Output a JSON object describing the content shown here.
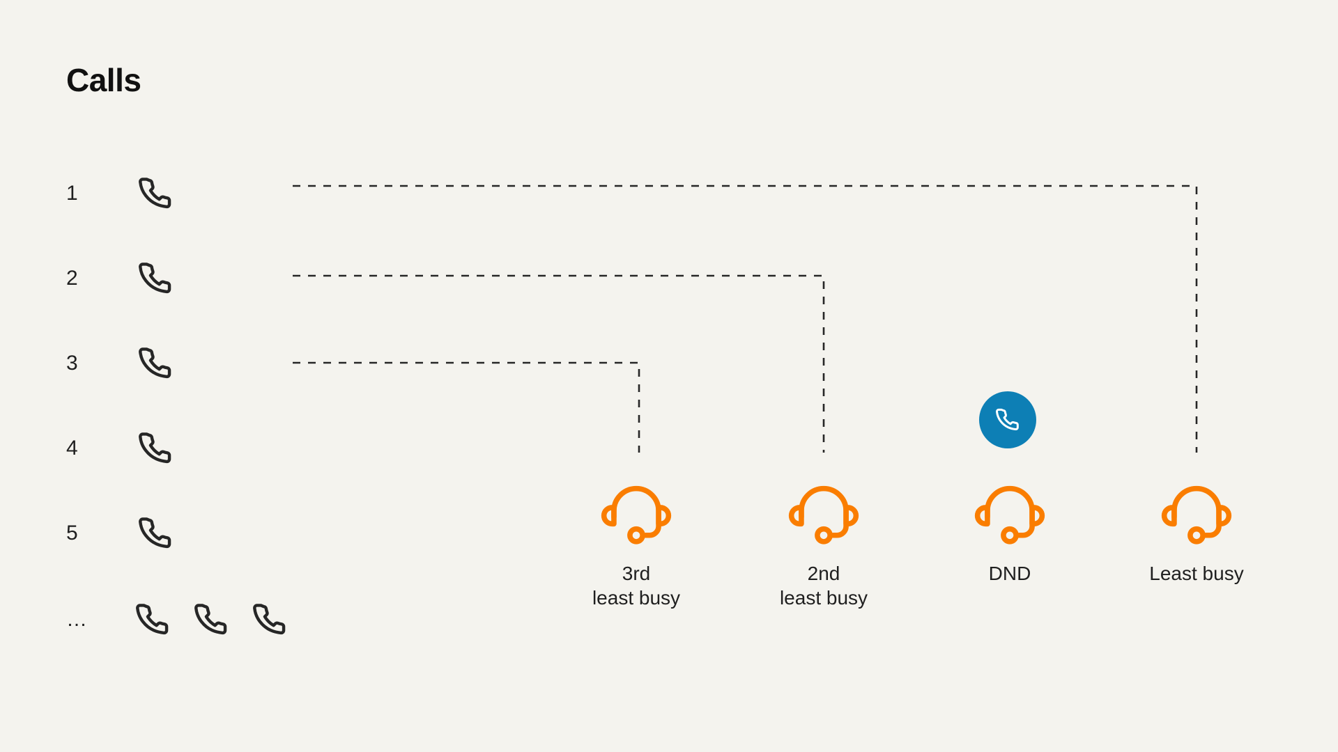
{
  "page": {
    "title": "Calls",
    "background_color": "#f4f3ee",
    "text_color": "#1f1f1f"
  },
  "colors": {
    "accent_orange": "#fa7d00",
    "badge_blue": "#0d7fb5",
    "line_dark": "#262626",
    "background": "#f4f3ee"
  },
  "queue": {
    "rows": [
      {
        "index": "1",
        "phone_count": 1
      },
      {
        "index": "2",
        "phone_count": 1
      },
      {
        "index": "3",
        "phone_count": 1
      },
      {
        "index": "4",
        "phone_count": 1
      },
      {
        "index": "5",
        "phone_count": 1
      },
      {
        "index": "…",
        "phone_count": 3
      }
    ]
  },
  "agents": [
    {
      "id": "third-least-busy",
      "label": "3rd\nleast busy",
      "status": "available"
    },
    {
      "id": "second-least-busy",
      "label": "2nd\nleast busy",
      "status": "available"
    },
    {
      "id": "dnd",
      "label": "DND",
      "status": "do-not-disturb"
    },
    {
      "id": "least-busy",
      "label": "Least busy",
      "status": "available"
    }
  ],
  "badge": {
    "dnd_icon": "phone-icon",
    "color": "#0d7fb5"
  },
  "routing": [
    {
      "from_call": "1",
      "to_agent": "least-busy"
    },
    {
      "from_call": "2",
      "to_agent": "second-least-busy"
    },
    {
      "from_call": "3",
      "to_agent": "third-least-busy"
    }
  ],
  "icons": {
    "phone": "phone-icon",
    "headset": "headset-icon"
  }
}
